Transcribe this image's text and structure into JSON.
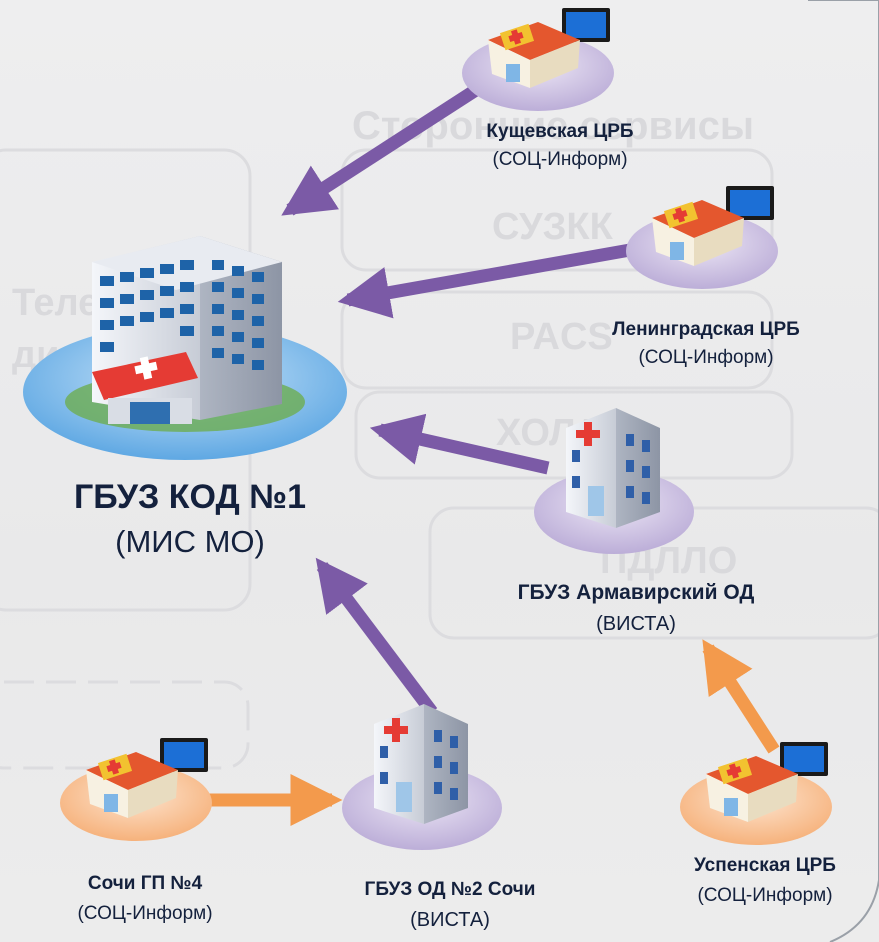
{
  "background_text": {
    "services": "Сторонние сервисы",
    "suzkk": "СУЗКК",
    "pacs": "PACS",
    "hold": "ХОЛД",
    "tele_1": "Теле",
    "tele_2": "ди",
    "pdllo": "ПДЛЛО"
  },
  "nodes": {
    "central": {
      "name": "ГБУЗ КОД №1",
      "system": "(МИС МО)"
    },
    "kushchevskaya": {
      "name": "Кущевская ЦРБ",
      "system": "(СОЦ-Информ)"
    },
    "leningradskaya": {
      "name": "Ленинградская ЦРБ",
      "system": "(СОЦ-Информ)"
    },
    "armavir": {
      "name": "ГБУЗ Армавирский ОД",
      "system": "(ВИСТА)"
    },
    "sochi_od2": {
      "name": "ГБУЗ ОД №2 Сочи",
      "system": "(ВИСТА)"
    },
    "sochi_gp4": {
      "name": "Сочи ГП №4",
      "system": "(СОЦ-Информ)"
    },
    "uspenskaya": {
      "name": "Успенская ЦРБ",
      "system": "(СОЦ-Информ)"
    }
  },
  "colors": {
    "arrow_purple": "#7b5aa6",
    "arrow_orange": "#f39a4c",
    "platform_purple": "#cfc4e3",
    "platform_orange": "#fbc8a0",
    "platform_blue": "#8ec5ef",
    "label_text": "#14213d"
  }
}
